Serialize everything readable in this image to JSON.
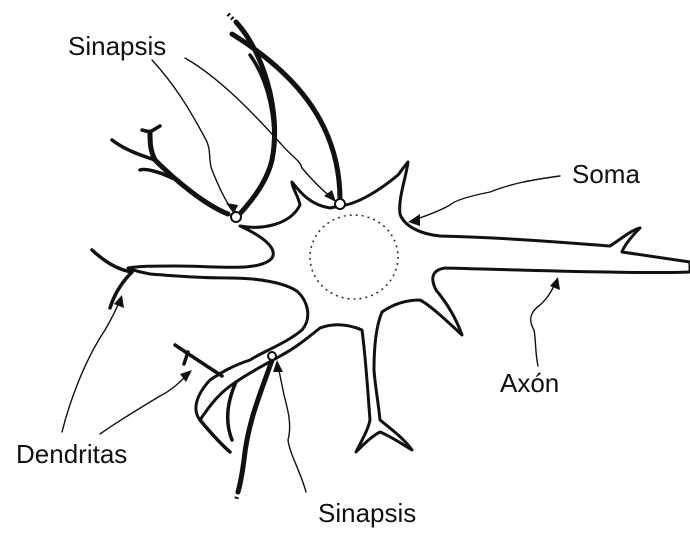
{
  "labels": {
    "synapse_top": "Sinapsis",
    "soma": "Soma",
    "axon": "Axón",
    "dendrites": "Dendritas",
    "synapse_bottom": "Sinapsis"
  }
}
